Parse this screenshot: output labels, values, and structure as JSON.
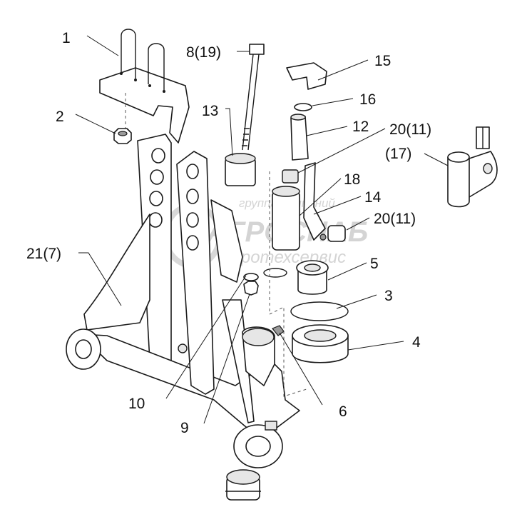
{
  "watermark": {
    "line1": "группа компаний",
    "line2": "АГРОСНАБ",
    "line3": "Агротехсервис"
  },
  "callouts": [
    {
      "id": "1",
      "text": "1"
    },
    {
      "id": "2",
      "text": "2"
    },
    {
      "id": "8",
      "text": "8(19)"
    },
    {
      "id": "13",
      "text": "13"
    },
    {
      "id": "15",
      "text": "15"
    },
    {
      "id": "16",
      "text": "16"
    },
    {
      "id": "12",
      "text": "12"
    },
    {
      "id": "20a",
      "text": "20(11)"
    },
    {
      "id": "17",
      "text": "(17)"
    },
    {
      "id": "18",
      "text": "18"
    },
    {
      "id": "14",
      "text": "14"
    },
    {
      "id": "20b",
      "text": "20(11)"
    },
    {
      "id": "21",
      "text": "21(7)"
    },
    {
      "id": "5",
      "text": "5"
    },
    {
      "id": "3",
      "text": "3"
    },
    {
      "id": "4",
      "text": "4"
    },
    {
      "id": "10",
      "text": "10"
    },
    {
      "id": "6",
      "text": "6"
    },
    {
      "id": "9",
      "text": "9"
    }
  ],
  "colors": {
    "line": "#1a1a1a",
    "background": "#ffffff",
    "watermark": "#d4d4d4"
  }
}
